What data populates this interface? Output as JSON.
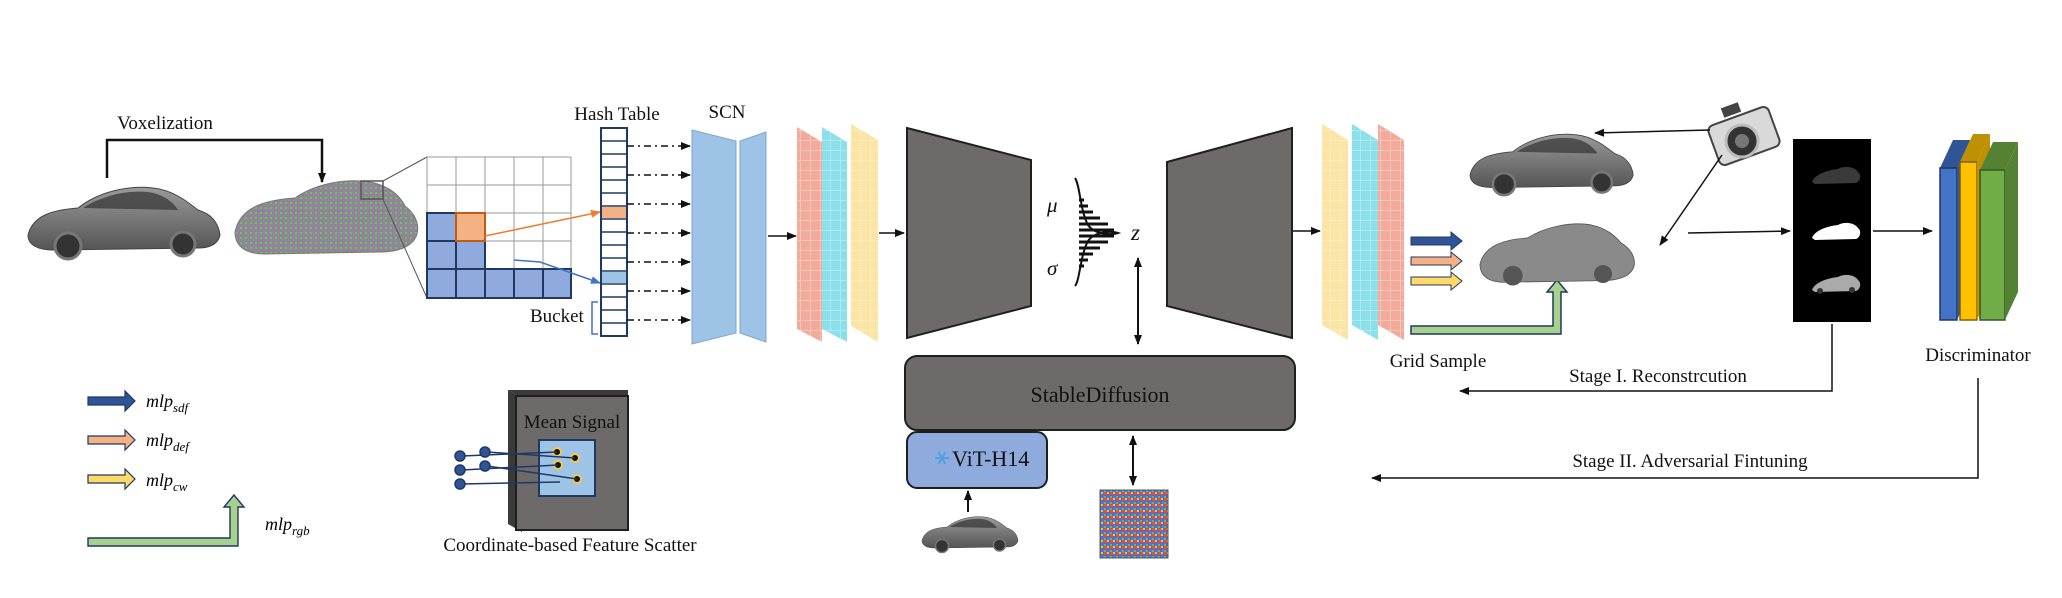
{
  "labels": {
    "voxelization": "Voxelization",
    "hash_table": "Hash Table",
    "scn": "SCN",
    "bucket": "Bucket",
    "mu": "μ",
    "sigma": "σ",
    "z": "z",
    "stable_diffusion": "StableDiffusion",
    "vit": "ViT-H14",
    "grid_sample": "Grid Sample",
    "discriminator": "Discriminator",
    "stage1": "Stage I. Reconstrcution",
    "stage2": "Stage II. Adversarial Fintuning",
    "mean_signal": "Mean Signal",
    "feature_scatter": "Coordinate-based Feature Scatter"
  },
  "legend": [
    {
      "base": "mlp",
      "sub": "sdf",
      "color": "#2f5597"
    },
    {
      "base": "mlp",
      "sub": "def",
      "color": "#f4b183"
    },
    {
      "base": "mlp",
      "sub": "cw",
      "color": "#ffd966"
    },
    {
      "base": "mlp",
      "sub": "rgb",
      "color": "#a9d18e"
    }
  ],
  "colors": {
    "encoder": "#6e6a6a",
    "scn": "#9dc3e6",
    "voxel_blue": "#8faadc",
    "voxel_orange": "#f4b183",
    "plane_red": "#f0a08f",
    "plane_cyan": "#7fdde6",
    "plane_yellow": "#fbe29a",
    "disc_blue": "#4472c4",
    "disc_yellow": "#ffc000",
    "disc_green": "#70ad47"
  },
  "icons": [
    "car-icon",
    "camera-icon",
    "snowflake-icon",
    "noise-icon"
  ]
}
